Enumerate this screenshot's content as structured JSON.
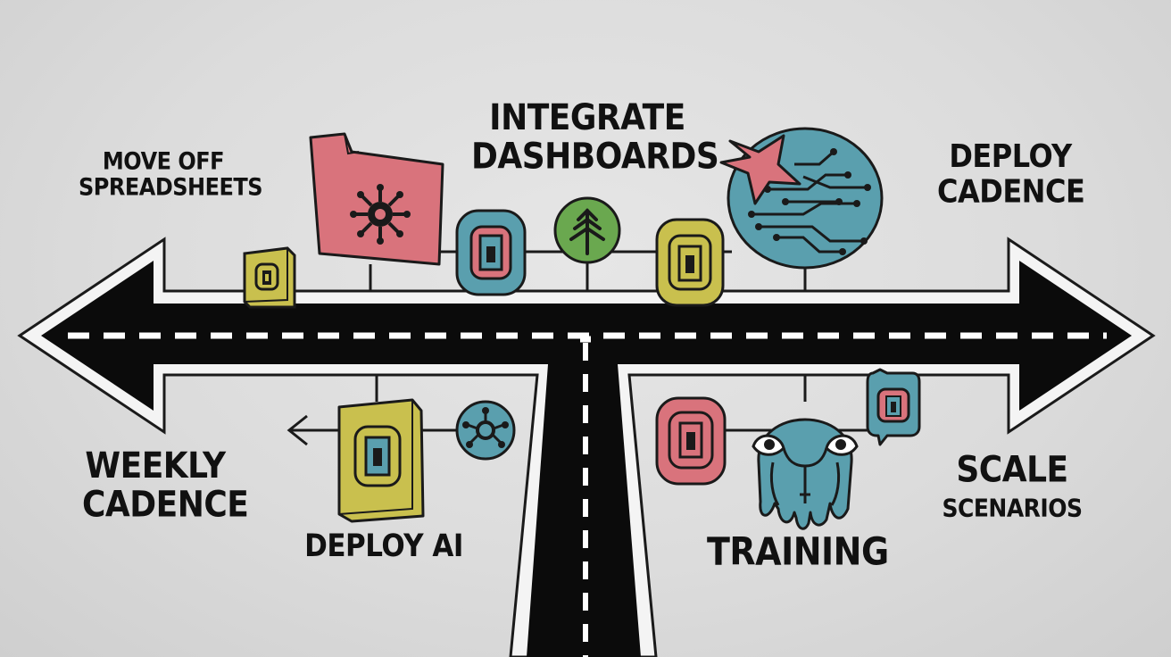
{
  "labels": {
    "move_off": [
      "MOVE OFF",
      "SPREADSHEETS"
    ],
    "integrate": [
      "INTEGRATE",
      "DASHBOARDS"
    ],
    "deploy_cadence": [
      "DEPLOY",
      "CADENCE"
    ],
    "weekly_cadence": [
      "WEEKLY",
      "CADENCE"
    ],
    "deploy_ai": "DEPLOY AI",
    "training": "TRAINING",
    "scale_scenarios": [
      "SCALE",
      "SCENARIOS"
    ]
  },
  "colors": {
    "road": "#0b0b0b",
    "outline": "#1a1a1a",
    "pink": "#d9737c",
    "teal": "#5a9fae",
    "olive": "#c9c04e",
    "green": "#6aa84f",
    "lane": "#ffffff"
  },
  "icons": {
    "folder": "folder-network-icon",
    "door_cards": "door-card-icon",
    "tree": "tree-icon",
    "circuit_star": "circuit-star-icon",
    "octopus": "octopus-icon",
    "network_node": "network-node-icon",
    "chat_bubble": "chat-bubble-icon",
    "arrow_left": "arrow-left-icon"
  }
}
